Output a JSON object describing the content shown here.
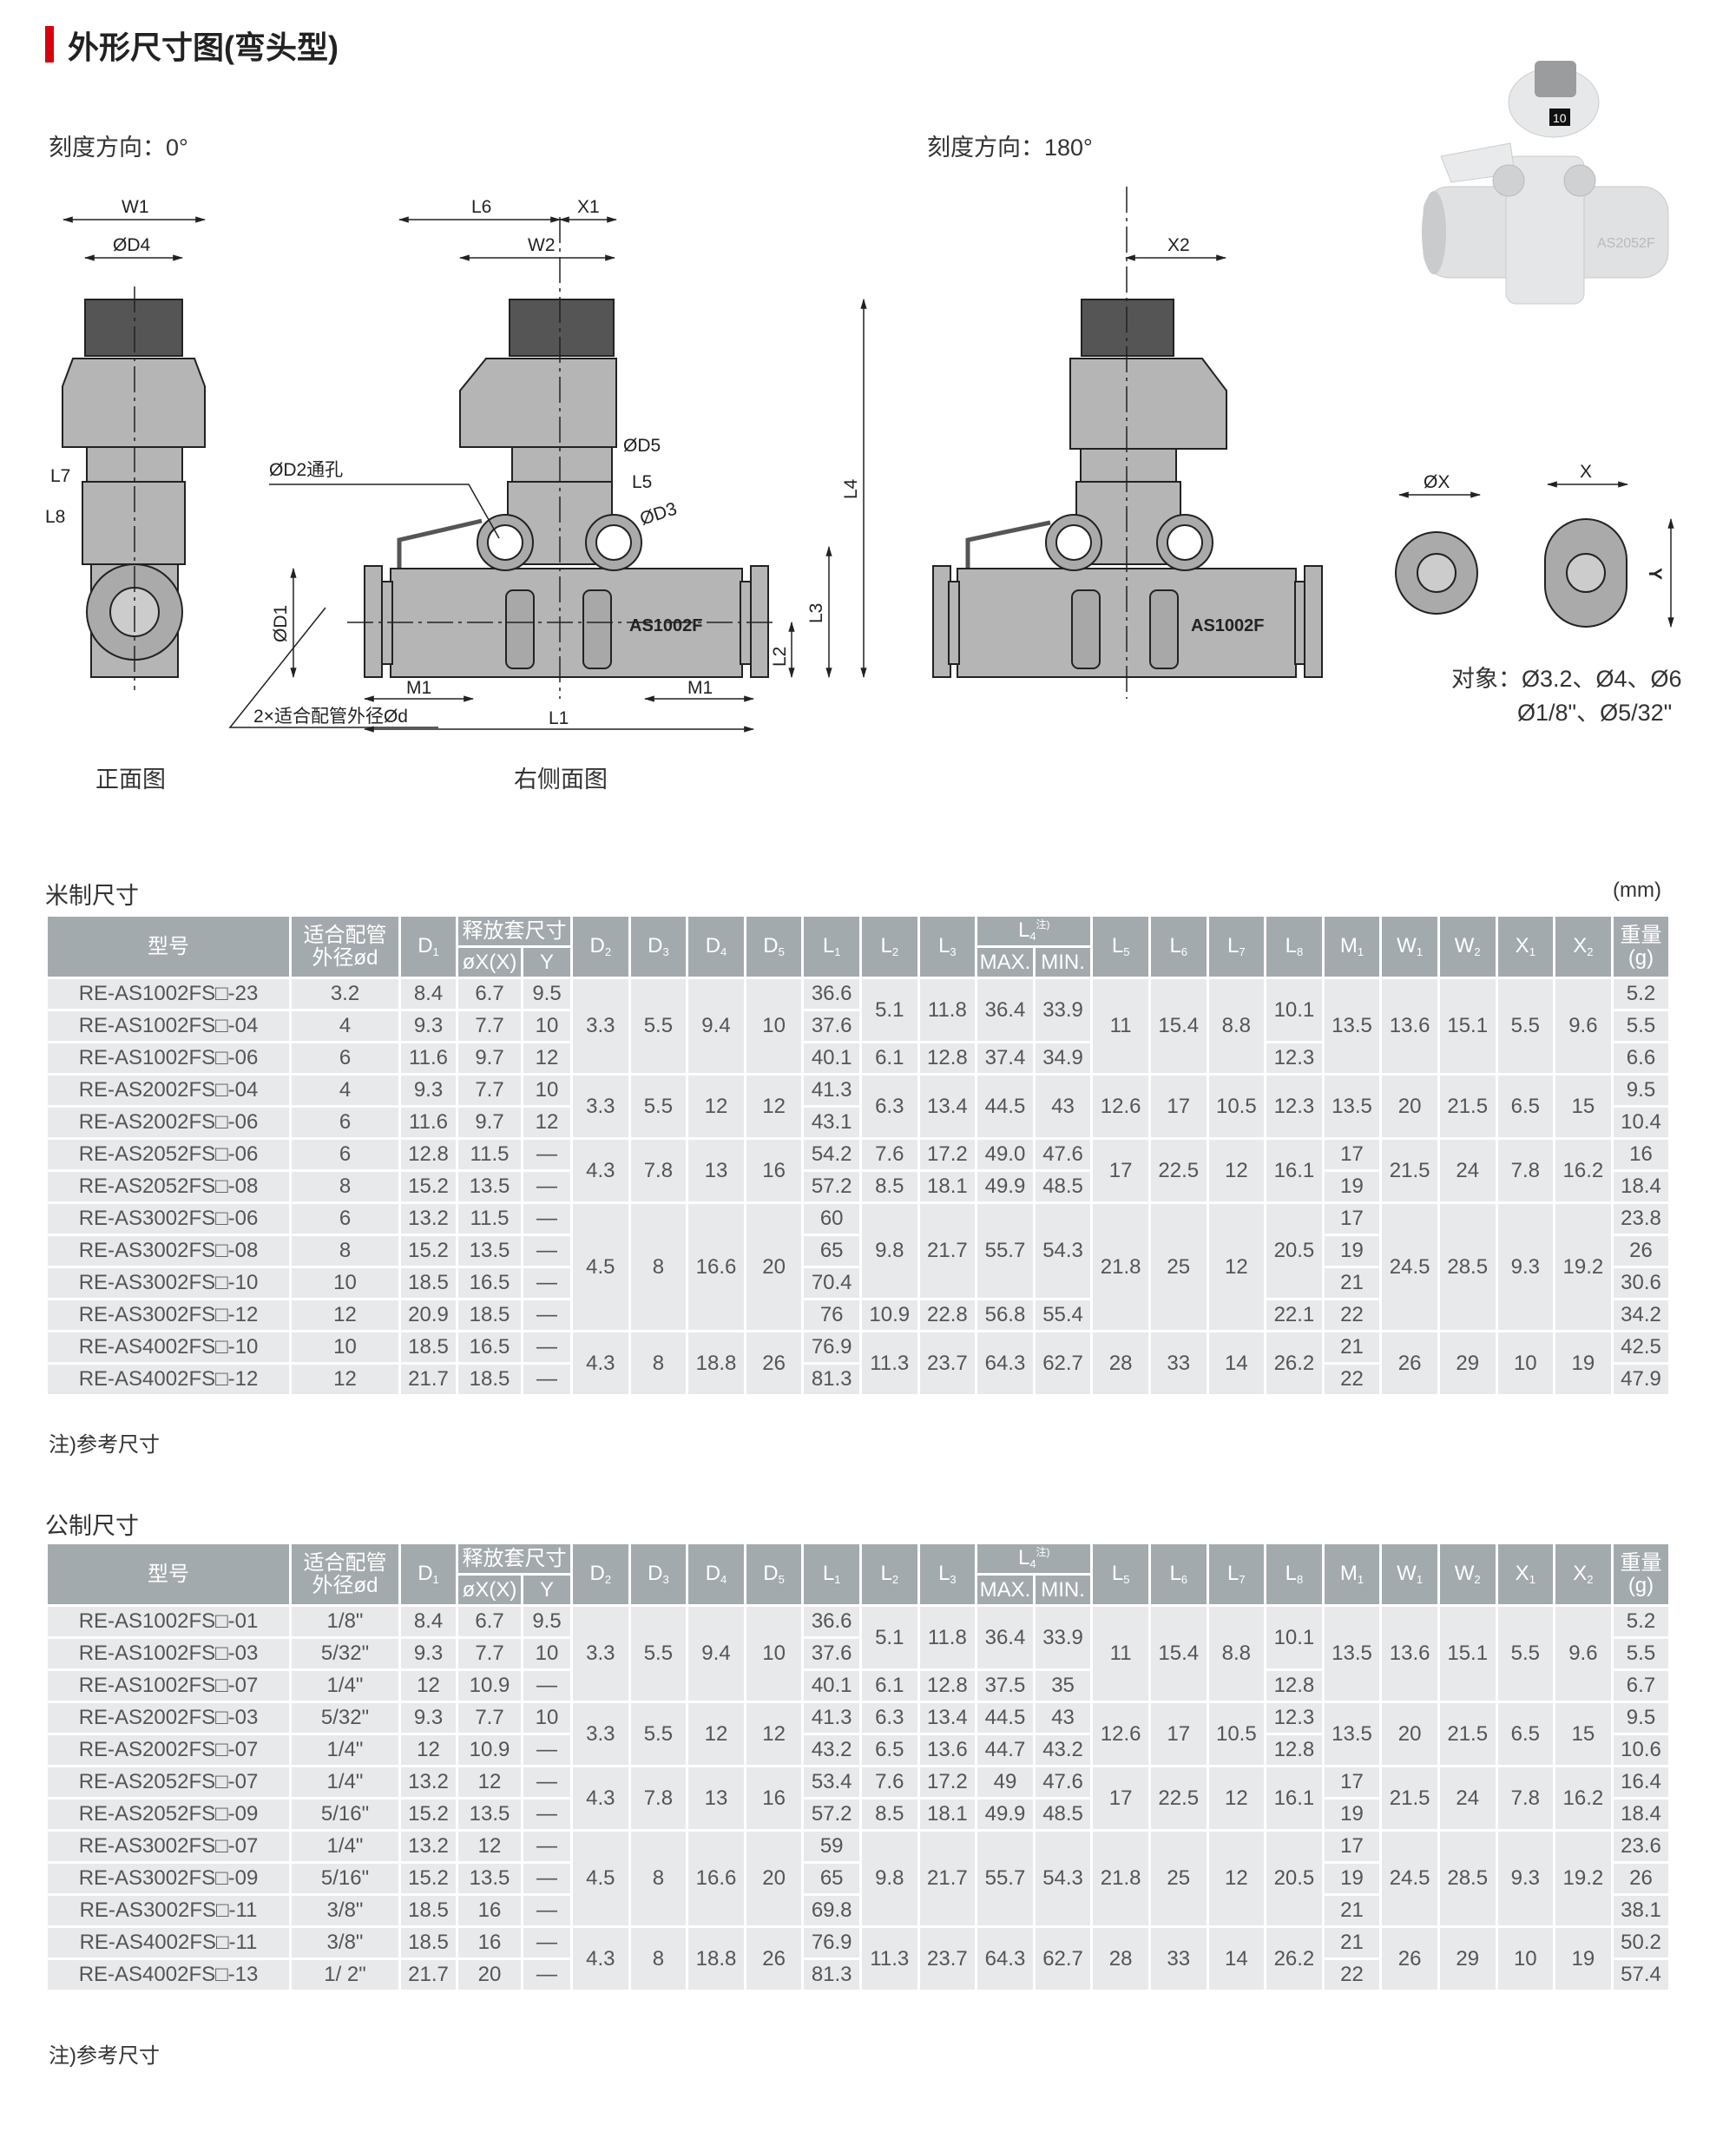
{
  "header": {
    "title": "外形尺寸图(弯头型)"
  },
  "drawings": {
    "orient_0": "刻度方向：0°",
    "orient_180": "刻度方向：180°",
    "front_caption": "正面图",
    "side_caption": "右侧面图",
    "labels": {
      "W1": "W1",
      "D4": "ØD4",
      "L7": "L7",
      "L8": "L8",
      "L6": "L6",
      "X1": "X1",
      "W2": "W2",
      "D5": "ØD5",
      "D2": "ØD2通孔",
      "L5": "L5",
      "D3": "ØD3",
      "L4": "L4",
      "L3": "L3",
      "L2": "L2",
      "D1": "ØD1",
      "M1a": "M1",
      "M1b": "M1",
      "L1": "L1",
      "tube": "2×适合配管外径Ød",
      "X2": "X2",
      "marking_a": "AS1002F",
      "marking_b": "AS1002F",
      "OX": "ØX",
      "X": "X",
      "Y": "Y"
    },
    "target_line1": "对象：Ø3.2、Ø4、Ø6",
    "target_line2": "Ø1/8\"、Ø5/32\"",
    "photo": {
      "dial_number": "10",
      "marking": "AS2052F"
    }
  },
  "headers": {
    "model": "型号",
    "od_1": "适合配管",
    "od_2": "外径ød",
    "D1": [
      "D",
      "1"
    ],
    "release": "释放套尺寸",
    "rx": "øX(X)",
    "ry": "Y",
    "D2": [
      "D",
      "2"
    ],
    "D3": [
      "D",
      "3"
    ],
    "D4": [
      "D",
      "4"
    ],
    "D5": [
      "D",
      "5"
    ],
    "L1": [
      "L",
      "1"
    ],
    "L2": [
      "L",
      "2"
    ],
    "L3": [
      "L",
      "3"
    ],
    "L4": [
      "L",
      "4",
      "注)"
    ],
    "max": "MAX.",
    "min": "MIN.",
    "L5": [
      "L",
      "5"
    ],
    "L6": [
      "L",
      "6"
    ],
    "L7": [
      "L",
      "7"
    ],
    "L8": [
      "L",
      "8"
    ],
    "M1": [
      "M",
      "1"
    ],
    "W1": [
      "W",
      "1"
    ],
    "W2": [
      "W",
      "2"
    ],
    "X1": [
      "X",
      "1"
    ],
    "X2": [
      "X",
      "2"
    ],
    "wt_1": "重量",
    "wt_2": "(g)"
  },
  "tables": [
    {
      "title": "米制尺寸",
      "unit": "(mm)",
      "note": "注)参考尺寸",
      "rows": [
        {
          "cells": [
            "RE-AS1002FS□-23",
            "3.2",
            "8.4",
            "6.7",
            "9.5",
            {
              "v": "3.3",
              "rs": 3
            },
            {
              "v": "5.5",
              "rs": 3
            },
            {
              "v": "9.4",
              "rs": 3
            },
            {
              "v": "10",
              "rs": 3
            },
            "36.6",
            {
              "v": "5.1",
              "rs": 2
            },
            {
              "v": "11.8",
              "rs": 2
            },
            {
              "v": "36.4",
              "rs": 2
            },
            {
              "v": "33.9",
              "rs": 2
            },
            {
              "v": "11",
              "rs": 3
            },
            {
              "v": "15.4",
              "rs": 3
            },
            {
              "v": "8.8",
              "rs": 3
            },
            {
              "v": "10.1",
              "rs": 2
            },
            {
              "v": "13.5",
              "rs": 3
            },
            {
              "v": "13.6",
              "rs": 3
            },
            {
              "v": "15.1",
              "rs": 3
            },
            {
              "v": "5.5",
              "rs": 3
            },
            {
              "v": "9.6",
              "rs": 3
            },
            "5.2"
          ]
        },
        {
          "cells": [
            "RE-AS1002FS□-04",
            "4",
            "9.3",
            "7.7",
            "10",
            "37.6",
            "5.5"
          ]
        },
        {
          "cells": [
            "RE-AS1002FS□-06",
            "6",
            "11.6",
            "9.7",
            "12",
            "40.1",
            "6.1",
            "12.8",
            "37.4",
            "34.9",
            "12.3",
            "6.6"
          ]
        },
        {
          "cells": [
            "RE-AS2002FS□-04",
            "4",
            "9.3",
            "7.7",
            "10",
            {
              "v": "3.3",
              "rs": 2
            },
            {
              "v": "5.5",
              "rs": 2
            },
            {
              "v": "12",
              "rs": 2
            },
            {
              "v": "12",
              "rs": 2
            },
            "41.3",
            {
              "v": "6.3",
              "rs": 2
            },
            {
              "v": "13.4",
              "rs": 2
            },
            {
              "v": "44.5",
              "rs": 2
            },
            {
              "v": "43",
              "rs": 2
            },
            {
              "v": "12.6",
              "rs": 2
            },
            {
              "v": "17",
              "rs": 2
            },
            {
              "v": "10.5",
              "rs": 2
            },
            {
              "v": "12.3",
              "rs": 2
            },
            {
              "v": "13.5",
              "rs": 2
            },
            {
              "v": "20",
              "rs": 2
            },
            {
              "v": "21.5",
              "rs": 2
            },
            {
              "v": "6.5",
              "rs": 2
            },
            {
              "v": "15",
              "rs": 2
            },
            "9.5"
          ]
        },
        {
          "cells": [
            "RE-AS2002FS□-06",
            "6",
            "11.6",
            "9.7",
            "12",
            "43.1",
            "10.4"
          ]
        },
        {
          "cells": [
            "RE-AS2052FS□-06",
            "6",
            "12.8",
            "11.5",
            "—",
            {
              "v": "4.3",
              "rs": 2
            },
            {
              "v": "7.8",
              "rs": 2
            },
            {
              "v": "13",
              "rs": 2
            },
            {
              "v": "16",
              "rs": 2
            },
            "54.2",
            "7.6",
            "17.2",
            "49.0",
            "47.6",
            {
              "v": "17",
              "rs": 2
            },
            {
              "v": "22.5",
              "rs": 2
            },
            {
              "v": "12",
              "rs": 2
            },
            {
              "v": "16.1",
              "rs": 2
            },
            "17",
            {
              "v": "21.5",
              "rs": 2
            },
            {
              "v": "24",
              "rs": 2
            },
            {
              "v": "7.8",
              "rs": 2
            },
            {
              "v": "16.2",
              "rs": 2
            },
            "16"
          ]
        },
        {
          "cells": [
            "RE-AS2052FS□-08",
            "8",
            "15.2",
            "13.5",
            "—",
            "57.2",
            "8.5",
            "18.1",
            "49.9",
            "48.5",
            "19",
            "18.4"
          ]
        },
        {
          "cells": [
            "RE-AS3002FS□-06",
            "6",
            "13.2",
            "11.5",
            "—",
            {
              "v": "4.5",
              "rs": 4
            },
            {
              "v": "8",
              "rs": 4
            },
            {
              "v": "16.6",
              "rs": 4
            },
            {
              "v": "20",
              "rs": 4
            },
            "60",
            {
              "v": "9.8",
              "rs": 3
            },
            {
              "v": "21.7",
              "rs": 3
            },
            {
              "v": "55.7",
              "rs": 3
            },
            {
              "v": "54.3",
              "rs": 3
            },
            {
              "v": "21.8",
              "rs": 4
            },
            {
              "v": "25",
              "rs": 4
            },
            {
              "v": "12",
              "rs": 4
            },
            {
              "v": "20.5",
              "rs": 3
            },
            "17",
            {
              "v": "24.5",
              "rs": 4
            },
            {
              "v": "28.5",
              "rs": 4
            },
            {
              "v": "9.3",
              "rs": 4
            },
            {
              "v": "19.2",
              "rs": 4
            },
            "23.8"
          ]
        },
        {
          "cells": [
            "RE-AS3002FS□-08",
            "8",
            "15.2",
            "13.5",
            "—",
            "65",
            "19",
            "26"
          ]
        },
        {
          "cells": [
            "RE-AS3002FS□-10",
            "10",
            "18.5",
            "16.5",
            "—",
            "70.4",
            "21",
            "30.6"
          ]
        },
        {
          "cells": [
            "RE-AS3002FS□-12",
            "12",
            "20.9",
            "18.5",
            "—",
            "76",
            "10.9",
            "22.8",
            "56.8",
            "55.4",
            "22.1",
            "22",
            "34.2"
          ]
        },
        {
          "cells": [
            "RE-AS4002FS□-10",
            "10",
            "18.5",
            "16.5",
            "—",
            {
              "v": "4.3",
              "rs": 2
            },
            {
              "v": "8",
              "rs": 2
            },
            {
              "v": "18.8",
              "rs": 2
            },
            {
              "v": "26",
              "rs": 2
            },
            "76.9",
            {
              "v": "11.3",
              "rs": 2
            },
            {
              "v": "23.7",
              "rs": 2
            },
            {
              "v": "64.3",
              "rs": 2
            },
            {
              "v": "62.7",
              "rs": 2
            },
            {
              "v": "28",
              "rs": 2
            },
            {
              "v": "33",
              "rs": 2
            },
            {
              "v": "14",
              "rs": 2
            },
            {
              "v": "26.2",
              "rs": 2
            },
            "21",
            {
              "v": "26",
              "rs": 2
            },
            {
              "v": "29",
              "rs": 2
            },
            {
              "v": "10",
              "rs": 2
            },
            {
              "v": "19",
              "rs": 2
            },
            "42.5"
          ]
        },
        {
          "cells": [
            "RE-AS4002FS□-12",
            "12",
            "21.7",
            "18.5",
            "—",
            "81.3",
            "22",
            "47.9"
          ]
        }
      ]
    },
    {
      "title": "公制尺寸",
      "note": "注)参考尺寸",
      "rows": [
        {
          "cells": [
            "RE-AS1002FS□-01",
            "1/8\"",
            "8.4",
            "6.7",
            "9.5",
            {
              "v": "3.3",
              "rs": 3
            },
            {
              "v": "5.5",
              "rs": 3
            },
            {
              "v": "9.4",
              "rs": 3
            },
            {
              "v": "10",
              "rs": 3
            },
            "36.6",
            {
              "v": "5.1",
              "rs": 2
            },
            {
              "v": "11.8",
              "rs": 2
            },
            {
              "v": "36.4",
              "rs": 2
            },
            {
              "v": "33.9",
              "rs": 2
            },
            {
              "v": "11",
              "rs": 3
            },
            {
              "v": "15.4",
              "rs": 3
            },
            {
              "v": "8.8",
              "rs": 3
            },
            {
              "v": "10.1",
              "rs": 2
            },
            {
              "v": "13.5",
              "rs": 3
            },
            {
              "v": "13.6",
              "rs": 3
            },
            {
              "v": "15.1",
              "rs": 3
            },
            {
              "v": "5.5",
              "rs": 3
            },
            {
              "v": "9.6",
              "rs": 3
            },
            "5.2"
          ]
        },
        {
          "cells": [
            "RE-AS1002FS□-03",
            "5/32\"",
            "9.3",
            "7.7",
            "10",
            "37.6",
            "5.5"
          ]
        },
        {
          "cells": [
            "RE-AS1002FS□-07",
            "1/4\"",
            "12",
            "10.9",
            "—",
            "40.1",
            "6.1",
            "12.8",
            "37.5",
            "35",
            "12.8",
            "6.7"
          ]
        },
        {
          "cells": [
            "RE-AS2002FS□-03",
            "5/32\"",
            "9.3",
            "7.7",
            "10",
            {
              "v": "3.3",
              "rs": 2
            },
            {
              "v": "5.5",
              "rs": 2
            },
            {
              "v": "12",
              "rs": 2
            },
            {
              "v": "12",
              "rs": 2
            },
            "41.3",
            "6.3",
            "13.4",
            "44.5",
            "43",
            {
              "v": "12.6",
              "rs": 2
            },
            {
              "v": "17",
              "rs": 2
            },
            {
              "v": "10.5",
              "rs": 2
            },
            "12.3",
            {
              "v": "13.5",
              "rs": 2
            },
            {
              "v": "20",
              "rs": 2
            },
            {
              "v": "21.5",
              "rs": 2
            },
            {
              "v": "6.5",
              "rs": 2
            },
            {
              "v": "15",
              "rs": 2
            },
            "9.5"
          ]
        },
        {
          "cells": [
            "RE-AS2002FS□-07",
            "1/4\"",
            "12",
            "10.9",
            "—",
            "43.2",
            "6.5",
            "13.6",
            "44.7",
            "43.2",
            "12.8",
            "10.6"
          ]
        },
        {
          "cells": [
            "RE-AS2052FS□-07",
            "1/4\"",
            "13.2",
            "12",
            "—",
            {
              "v": "4.3",
              "rs": 2
            },
            {
              "v": "7.8",
              "rs": 2
            },
            {
              "v": "13",
              "rs": 2
            },
            {
              "v": "16",
              "rs": 2
            },
            "53.4",
            "7.6",
            "17.2",
            "49",
            "47.6",
            {
              "v": "17",
              "rs": 2
            },
            {
              "v": "22.5",
              "rs": 2
            },
            {
              "v": "12",
              "rs": 2
            },
            {
              "v": "16.1",
              "rs": 2
            },
            "17",
            {
              "v": "21.5",
              "rs": 2
            },
            {
              "v": "24",
              "rs": 2
            },
            {
              "v": "7.8",
              "rs": 2
            },
            {
              "v": "16.2",
              "rs": 2
            },
            "16.4"
          ]
        },
        {
          "cells": [
            "RE-AS2052FS□-09",
            "5/16\"",
            "15.2",
            "13.5",
            "—",
            "57.2",
            "8.5",
            "18.1",
            "49.9",
            "48.5",
            "19",
            "18.4"
          ]
        },
        {
          "cells": [
            "RE-AS3002FS□-07",
            "1/4\"",
            "13.2",
            "12",
            "—",
            {
              "v": "4.5",
              "rs": 3
            },
            {
              "v": "8",
              "rs": 3
            },
            {
              "v": "16.6",
              "rs": 3
            },
            {
              "v": "20",
              "rs": 3
            },
            "59",
            {
              "v": "9.8",
              "rs": 3
            },
            {
              "v": "21.7",
              "rs": 3
            },
            {
              "v": "55.7",
              "rs": 3
            },
            {
              "v": "54.3",
              "rs": 3
            },
            {
              "v": "21.8",
              "rs": 3
            },
            {
              "v": "25",
              "rs": 3
            },
            {
              "v": "12",
              "rs": 3
            },
            {
              "v": "20.5",
              "rs": 3
            },
            "17",
            {
              "v": "24.5",
              "rs": 3
            },
            {
              "v": "28.5",
              "rs": 3
            },
            {
              "v": "9.3",
              "rs": 3
            },
            {
              "v": "19.2",
              "rs": 3
            },
            "23.6"
          ]
        },
        {
          "cells": [
            "RE-AS3002FS□-09",
            "5/16\"",
            "15.2",
            "13.5",
            "—",
            "65",
            "19",
            "26"
          ]
        },
        {
          "cells": [
            "RE-AS3002FS□-11",
            "3/8\"",
            "18.5",
            "16",
            "—",
            "69.8",
            "21",
            "38.1"
          ]
        },
        {
          "cells": [
            "RE-AS4002FS□-11",
            "3/8\"",
            "18.5",
            "16",
            "—",
            {
              "v": "4.3",
              "rs": 2
            },
            {
              "v": "8",
              "rs": 2
            },
            {
              "v": "18.8",
              "rs": 2
            },
            {
              "v": "26",
              "rs": 2
            },
            "76.9",
            {
              "v": "11.3",
              "rs": 2
            },
            {
              "v": "23.7",
              "rs": 2
            },
            {
              "v": "64.3",
              "rs": 2
            },
            {
              "v": "62.7",
              "rs": 2
            },
            {
              "v": "28",
              "rs": 2
            },
            {
              "v": "33",
              "rs": 2
            },
            {
              "v": "14",
              "rs": 2
            },
            {
              "v": "26.2",
              "rs": 2
            },
            "21",
            {
              "v": "26",
              "rs": 2
            },
            {
              "v": "29",
              "rs": 2
            },
            {
              "v": "10",
              "rs": 2
            },
            {
              "v": "19",
              "rs": 2
            },
            "50.2"
          ]
        },
        {
          "cells": [
            "RE-AS4002FS□-13",
            "1/ 2\"",
            "21.7",
            "20",
            "—",
            "81.3",
            "22",
            "57.4"
          ]
        }
      ]
    }
  ]
}
